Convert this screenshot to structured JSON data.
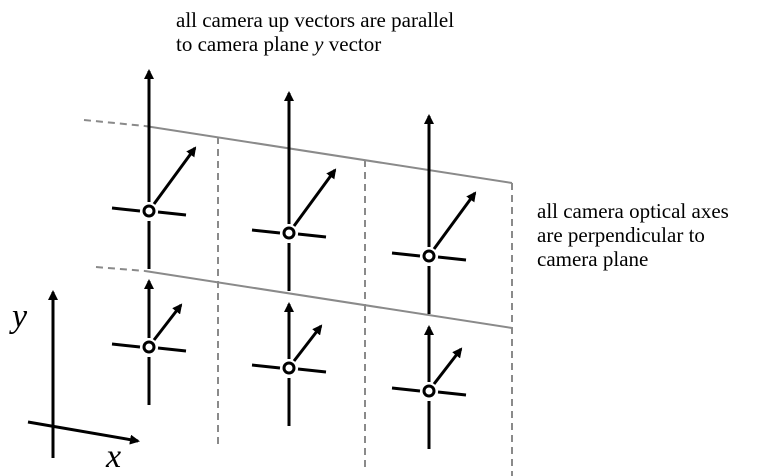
{
  "captions": {
    "up_vectors": {
      "line1": "all camera up vectors  are parallel",
      "line2_prefix": "to camera plane ",
      "line2_italic": "y",
      "line2_suffix": " vector"
    },
    "optical_axes": {
      "line1": "all camera optical axes",
      "line2": "are perpendicular to",
      "line3": "camera plane"
    }
  },
  "axes": {
    "x_label": "x",
    "y_label": "y"
  },
  "cameras": {
    "rows": 2,
    "columns": 3
  }
}
